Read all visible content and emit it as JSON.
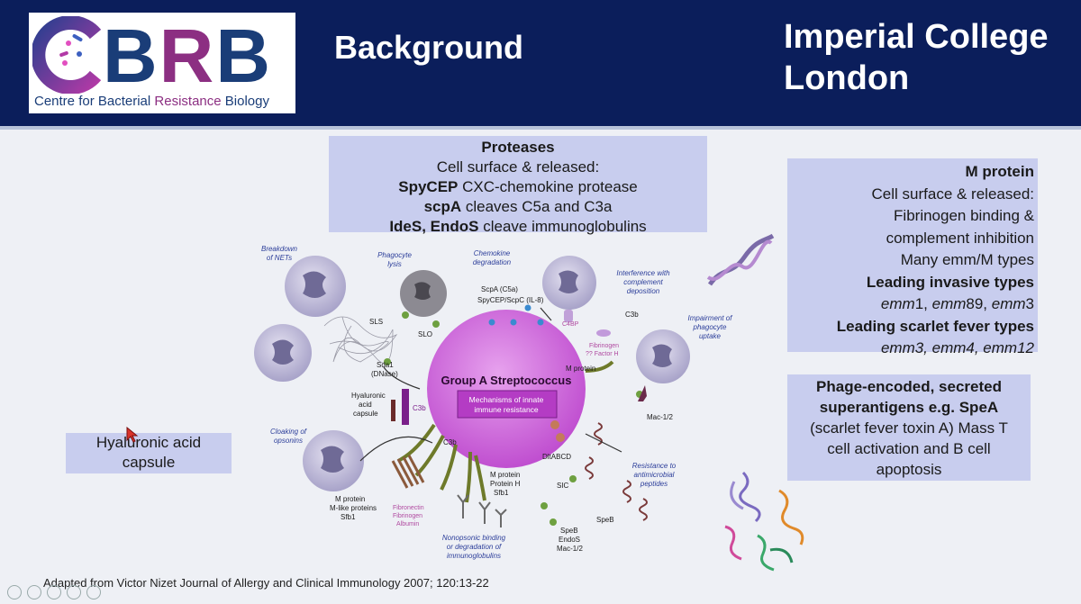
{
  "header": {
    "logo_letters": [
      "B",
      "R",
      "B"
    ],
    "logo_sub_pre": "Centre for Bacterial ",
    "logo_sub_hl": "Resistance",
    "logo_sub_post": " Biology",
    "title": "Background",
    "college_line1": "Imperial College",
    "college_line2": "London"
  },
  "proteases": {
    "heading": "Proteases",
    "line1": "Cell surface & released:",
    "l2_bold": "SpyCEP",
    "l2_rest": " CXC-chemokine protease",
    "l3_bold": "scpA",
    "l3_rest": " cleaves C5a and C3a",
    "l4_bold": "IdeS, EndoS",
    "l4_rest": " cleave immunoglobulins"
  },
  "mprotein": {
    "heading": "M protein",
    "line1": "Cell surface & released:",
    "line2": "Fibrinogen binding &",
    "line3": "complement inhibition",
    "line4": "Many emm/M types",
    "invasive_heading": "Leading invasive types",
    "invasive_a": "emm",
    "invasive_a2": "1, ",
    "invasive_b": "emm",
    "invasive_b2": "89, ",
    "invasive_c": "emm",
    "invasive_c2": "3",
    "scarlet_heading": "Leading scarlet fever types",
    "scarlet_types": "emm3, emm4, emm12"
  },
  "phage": {
    "line1": "Phage-encoded, secreted",
    "line2": "superantigens e.g. SpeA",
    "line3": "(scarlet fever toxin A) Mass T",
    "line4": "cell activation and B cell",
    "line5": "apoptosis"
  },
  "hyaluronic": {
    "line1": "Hyaluronic acid",
    "line2": "capsule"
  },
  "diagram": {
    "center_title": "Group A Streptococcus",
    "center_sub1": "Mechanisms of innate",
    "center_sub2": "immune resistance",
    "breakdown_nets": [
      "Breakdown",
      "of NETs"
    ],
    "phagocyte_lysis": [
      "Phagocyte",
      "lysis"
    ],
    "chemokine_degradation": [
      "Chemokine",
      "degradation"
    ],
    "interference": [
      "Interference with",
      "complement",
      "deposition"
    ],
    "impairment": [
      "Impairment of",
      "phagocyte",
      "uptake"
    ],
    "cloaking": [
      "Cloaking of",
      "opsonins"
    ],
    "resistance_amp": [
      "Resistance to",
      "antimicrobial",
      "peptides"
    ],
    "nonopsonic": [
      "Nonopsonic binding",
      "or degradation of",
      "immunoglobulins"
    ],
    "sls": "SLS",
    "slo": "SLO",
    "scpa": "ScpA (C5a)",
    "spycep": "SpyCEP/ScpC (IL-8)",
    "c4bp": "C4BP",
    "c3b_top": "C3b",
    "fibrinogen": "Fibrinogen",
    "factor_h": "?? Factor H",
    "m_protein_right": "M protein",
    "mac": "Mac-1/2",
    "sda1": "Sda1",
    "dnase": "(DNase)",
    "hyal_capsule": [
      "Hyaluronic",
      "acid",
      "capsule"
    ],
    "c3b_left": "C3b",
    "c3b_mid": "C3b",
    "dltabcd": "DltABCD",
    "sic": "SIC",
    "speb_right": "SpeB",
    "m_protein_bottom": [
      "M protein",
      "Protein H",
      "Sfb1"
    ],
    "speb_list": [
      "SpeB",
      "EndoS",
      "Mac-1/2"
    ],
    "m_protein_left": [
      "M protein",
      "M-like proteins",
      "Sfb1"
    ],
    "fibronectin": [
      "Fibronectin",
      "Fibrinogen",
      "Albumin"
    ]
  },
  "footer": "Adapted from Victor Nizet  Journal of Allergy and Clinical Immunology 2007; 120:13-22",
  "colors": {
    "header_bg": "#0b1e5b",
    "box_bg": "#c8cdee",
    "logo_blue": "#1a3d78",
    "logo_purple": "#8c2f82",
    "bacterium": "#c85fd6"
  }
}
